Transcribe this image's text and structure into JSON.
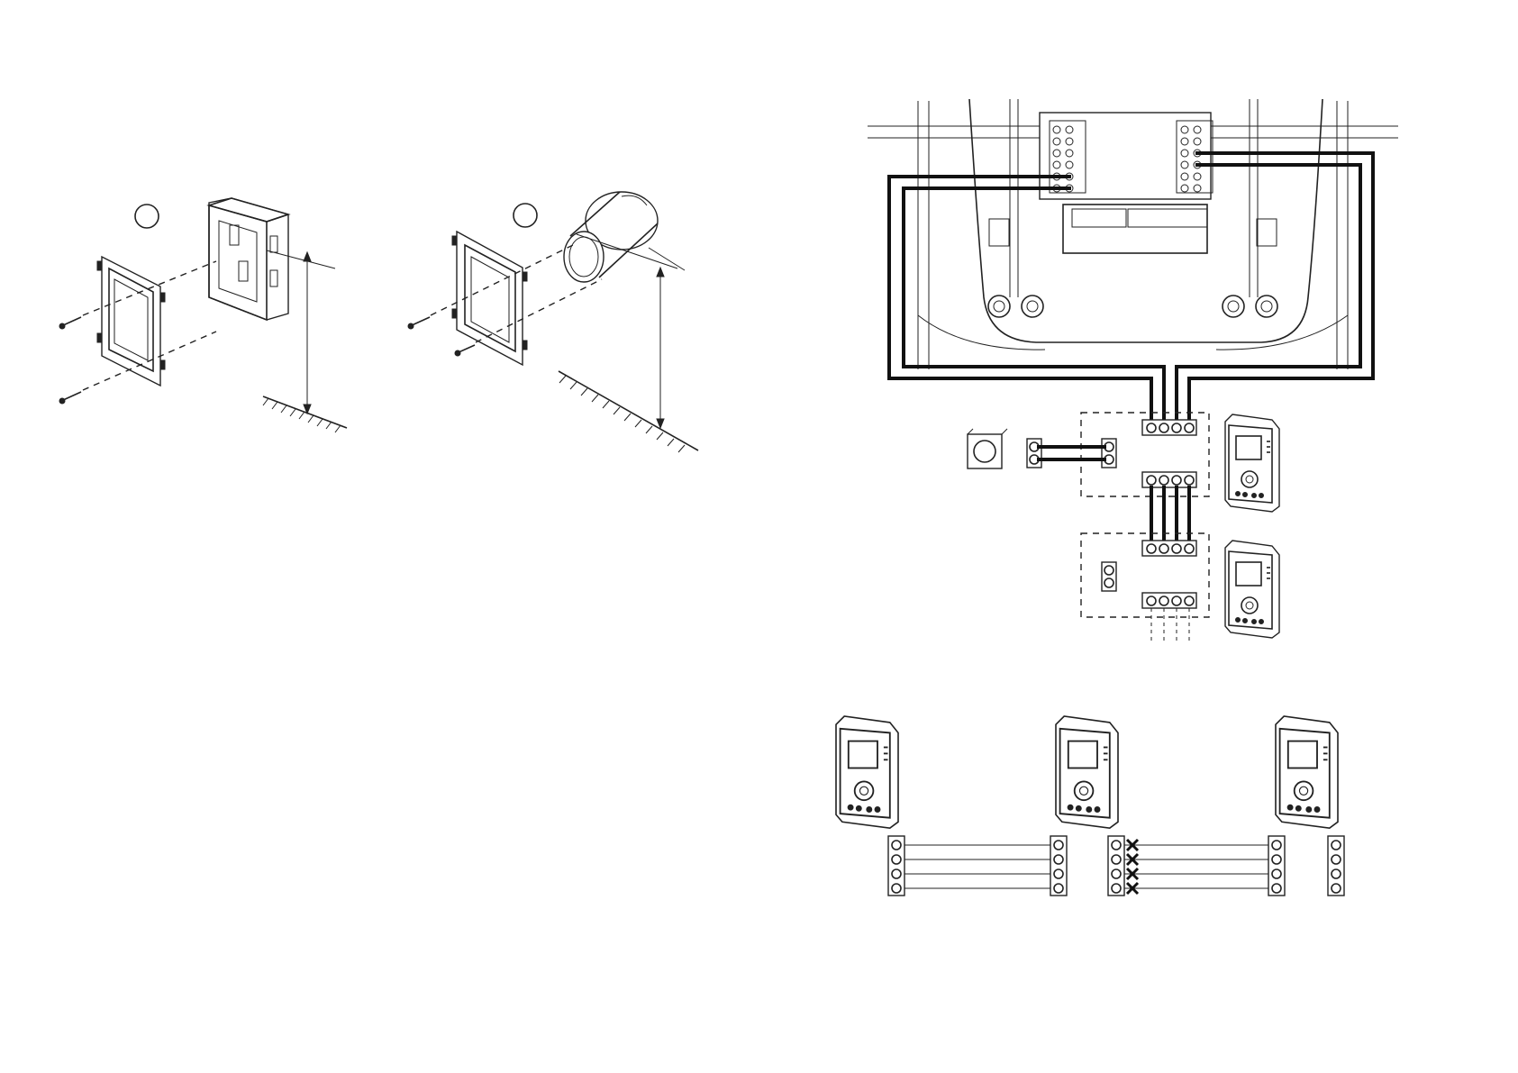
{
  "figures": {
    "box_mounting": {
      "step_marker_visible": true
    },
    "round_box_mounting": {
      "step_marker_visible": true
    },
    "wiring_top": {
      "terminal_blocks": 2,
      "extension_modules": 2
    },
    "wiring_bottom": {
      "monitors": 3,
      "crossed_terminals": 4
    }
  },
  "colors": {
    "line": "#222222",
    "background": "#ffffff"
  },
  "icons": [
    "screw-icon",
    "mounting-plate-icon",
    "flush-box-icon",
    "round-box-icon",
    "monitor-icon",
    "push-button-icon",
    "terminal-block-icon",
    "cross-mark-icon"
  ]
}
